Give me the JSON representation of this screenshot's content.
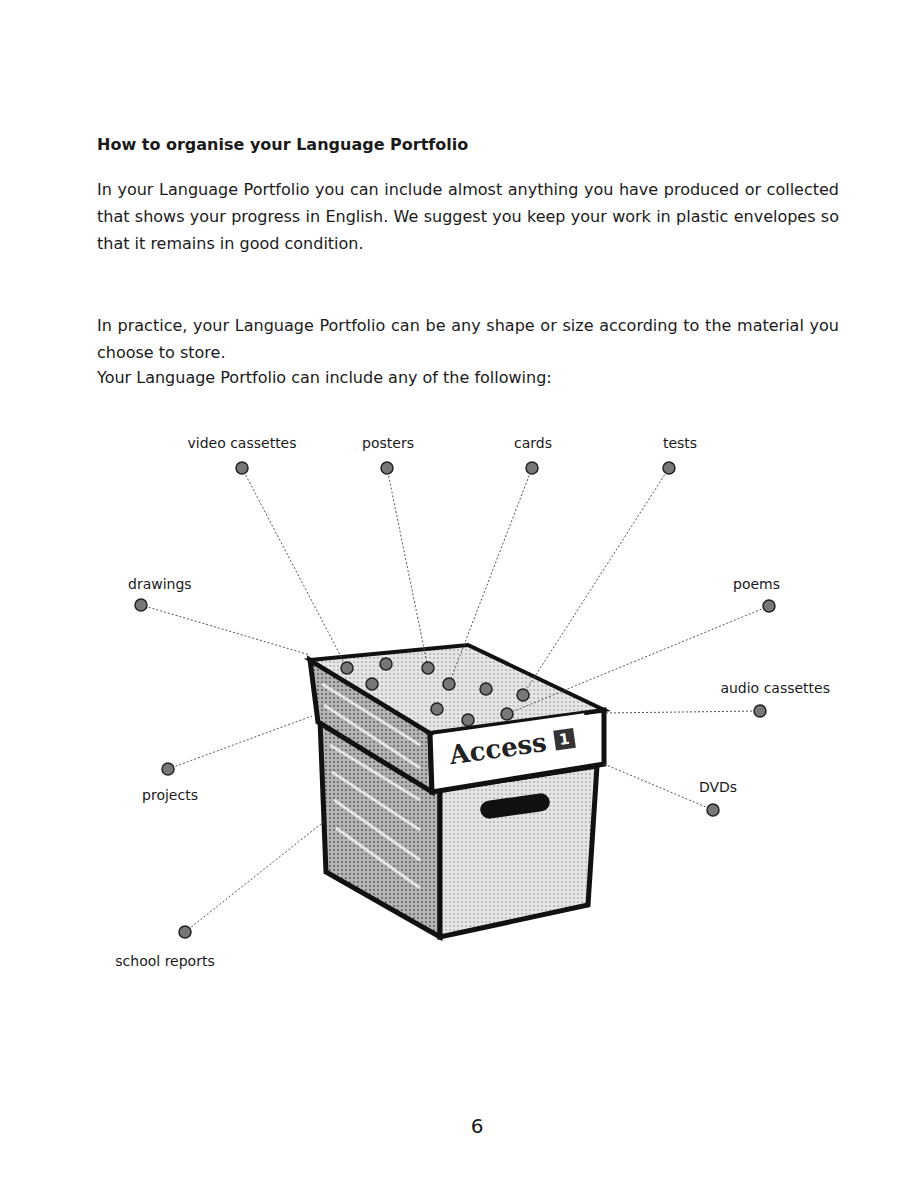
{
  "diagram": {
    "title": "How to organise your Language Portfolio",
    "nodes": [
      {
        "text": [
          "Access",
          "1"
        ]
      }
    ],
    "labels": [
      "In your Language Portfolio you can include almost anything you have produced or collected that shows your progress in English. We suggest you keep your work in plastic envelopes so that it remains in good condition.",
      "In practice, your Language Portfolio can be any shape or size according to the material you choose to store.",
      "Your Language Portfolio can include any of the following:",
      "video cassettes",
      "posters",
      "cards",
      "tests",
      "drawings",
      "poems",
      "audio cassettes",
      "projects",
      "DVDs",
      "school reports",
      "6"
    ]
  }
}
